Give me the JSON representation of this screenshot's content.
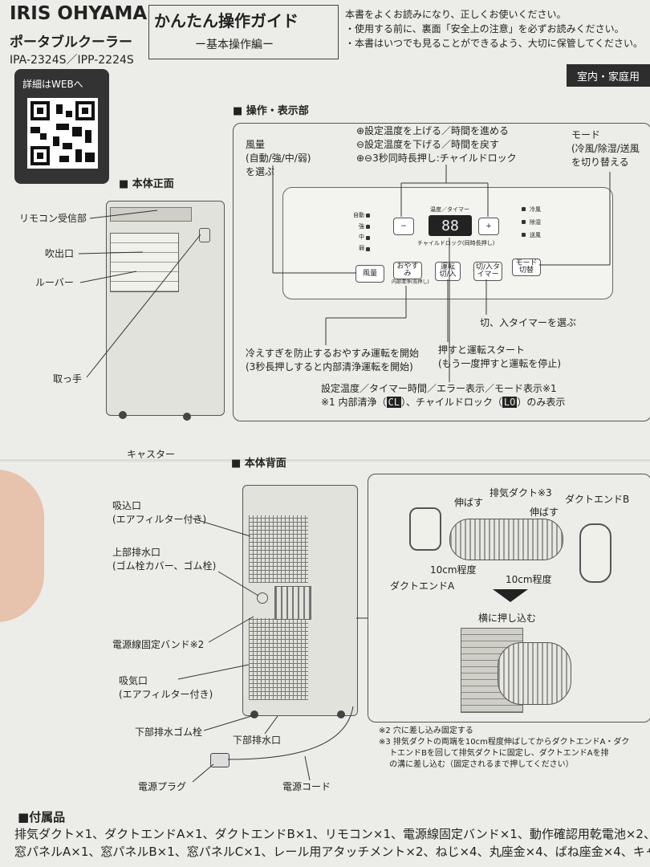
{
  "header": {
    "brand": "IRIS OHYAMA",
    "product": "ポータブルクーラー",
    "models": "IPA-2324S／IPP-2224S",
    "guide_title": "かんたん操作ガイド",
    "guide_subtitle": "ー基本操作編ー",
    "intro": [
      "本書をよくお読みになり、正しくお使いください。",
      "・使用する前に、裏面「安全上の注意」を必ずお読みください。",
      "・本書はいつでも見ることができるよう、大切に保管してください。"
    ],
    "web_label": "詳細はWEBへ",
    "badge": "室内・家庭用"
  },
  "front": {
    "section_title": "■ 本体正面",
    "remote_receiver": "リモコン受信部",
    "outlet": "吹出口",
    "louver": "ルーバー",
    "handle": "取っ手",
    "caster": "キャスター"
  },
  "panel": {
    "section_title": "■ 操作・表示部",
    "fan_note": [
      "風量",
      "(自動/強/中/弱)",
      "を選ぶ"
    ],
    "temp_note": [
      "⊕設定温度を上げる／時間を進める",
      "⊖設定温度を下げる／時間を戻す",
      "⊕⊖3秒同時長押し:チャイルドロック"
    ],
    "mode_note": [
      "モード",
      "(冷風/除湿/送風",
      "を切り替える"
    ],
    "display_caption": "温度／タイマー",
    "display_value": "88",
    "lock_caption": "チャイルドロック(同時長押し)",
    "fan_levels": [
      "自動",
      "強",
      "中",
      "弱"
    ],
    "modes": [
      "冷風",
      "除湿",
      "送風"
    ],
    "buttons": {
      "fan": "風量",
      "sleep": "おやすみ",
      "sleep_sub": "内部清浄(長押し)",
      "run": "運転切/入",
      "timer": "切/入タイマー",
      "mode": "モード切替",
      "minus": "−",
      "plus": "+"
    },
    "timer_note": "切、入タイマーを選ぶ",
    "sleep_note": [
      "冷えすぎを防止するおやすみ運転を開始",
      "(3秒長押しすると内部清浄運転を開始)"
    ],
    "run_note": [
      "押すと運転スタート",
      "(もう一度押すと運転を停止)"
    ],
    "display_note": "設定温度／タイマー時間／エラー表示／モード表示※1",
    "footnote_prefix": "※1 内部清浄（",
    "footnote_cl": "CL",
    "footnote_mid": "）、チャイルドロック（",
    "footnote_lo": "LO",
    "footnote_suffix": "）のみ表示"
  },
  "back": {
    "section_title": "■ 本体背面",
    "intake_top": [
      "吸込口",
      "(エアフィルター付き)"
    ],
    "upper_drain": [
      "上部排水口",
      "(ゴム栓カバー、ゴム栓)"
    ],
    "cord_band": "電源線固定バンド※2",
    "intake_bottom": [
      "吸気口",
      "(エアフィルター付き)"
    ],
    "lower_drain_plug": "下部排水ゴム栓",
    "lower_drain": "下部排水口",
    "plug": "電源プラグ",
    "cord": "電源コード"
  },
  "duct": {
    "exhaust_duct": "排気ダクト※3",
    "extend_left": "伸ばす",
    "extend_right": "伸ばす",
    "end_b": "ダクトエンドB",
    "end_a": "ダクトエンドA",
    "length_left": "10cm程度",
    "length_right": "10cm程度",
    "push_side": "横に押し込む"
  },
  "notes": [
    "※2 穴に差し込み固定する",
    "※3 排気ダクトの両端を10cm程度伸ばしてからダクトエンドA・ダク",
    "　 トエンドBを回して排気ダクトに固定し、ダクトエンドAを排",
    "　 の溝に差し込む（固定されるまで押してください）"
  ],
  "accessories": {
    "title": "■付属品",
    "line1": "排気ダクト×1、ダクトエンドA×1、ダクトエンドB×1、リモコン×1、電源線固定バンド×1、動作確認用乾電池×2、",
    "line2": "窓パネルA×1、窓パネルB×1、窓パネルC×1、レール用アタッチメント×2、ねじ×4、丸座金×4、ばね座金×4、キャ"
  }
}
